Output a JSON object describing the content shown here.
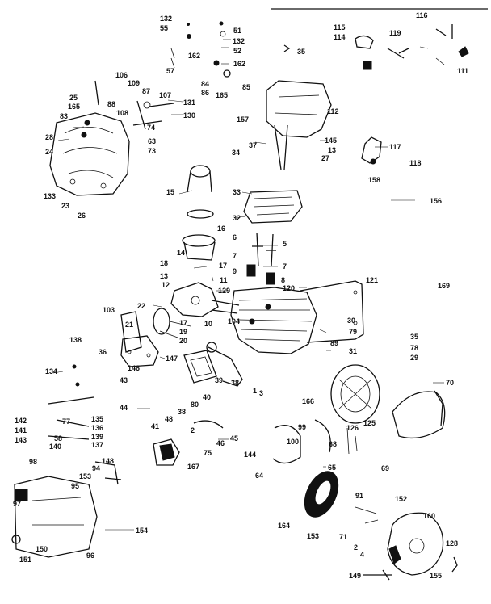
{
  "labels": {
    "l132a": "132",
    "l55": "55",
    "l51": "51",
    "l132b": "132",
    "l52": "52",
    "l162a": "162",
    "l35a": "35",
    "l57": "57",
    "l162b": "162",
    "l84": "84",
    "l86": "86",
    "l165a": "165",
    "l85": "85",
    "l115": "115",
    "l114": "114",
    "l116": "116",
    "l119": "119",
    "l111": "111",
    "l106": "106",
    "l109": "109",
    "l87": "87",
    "l107": "107",
    "l25": "25",
    "l88": "88",
    "l165b": "165",
    "l108": "108",
    "l131": "131",
    "l130": "130",
    "l83": "83",
    "l74": "74",
    "l28": "28",
    "l63": "63",
    "l73": "73",
    "l24": "24",
    "l133": "133",
    "l23": "23",
    "l26": "26",
    "l157": "157",
    "l112": "112",
    "l145": "145",
    "l37": "37",
    "l13a": "13",
    "l34": "34",
    "l27": "27",
    "l117": "117",
    "l118": "118",
    "l158": "158",
    "l156": "156",
    "l15": "15",
    "l33": "33",
    "l32": "32",
    "l16": "16",
    "l6": "6",
    "l5": "5",
    "l14": "14",
    "l7a": "7",
    "l7b": "7",
    "l18": "18",
    "l17a": "17",
    "l13b": "13",
    "l8": "8",
    "l9": "9",
    "l12": "12",
    "l11": "11",
    "l129": "129",
    "l120": "120",
    "l121": "121",
    "l169": "169",
    "l22": "22",
    "l103": "103",
    "l21": "21",
    "l17b": "17",
    "l19": "19",
    "l20": "20",
    "l10": "10",
    "l104": "104",
    "l30": "30",
    "l79": "79",
    "l89": "89",
    "l31": "31",
    "l138": "138",
    "l36": "36",
    "l146": "146",
    "l147": "147",
    "l39": "39",
    "l38a": "38",
    "l35b": "35",
    "l78": "78",
    "l29": "29",
    "l134": "134",
    "l43": "43",
    "l40": "40",
    "l70": "70",
    "l44": "44",
    "l80": "80",
    "l38b": "38",
    "l1": "1",
    "l3": "3",
    "l166": "166",
    "l41": "41",
    "l48": "48",
    "l2a": "2",
    "l46": "46",
    "l45": "45",
    "l126": "126",
    "l125": "125",
    "l99": "99",
    "l142": "142",
    "l77": "77",
    "l135": "135",
    "l141": "141",
    "l58": "58",
    "l136": "136",
    "l143": "143",
    "l139": "139",
    "l140": "140",
    "l137": "137",
    "l100": "100",
    "l68": "68",
    "l144": "144",
    "l75": "75",
    "l167": "167",
    "l69": "69",
    "l98": "98",
    "l148": "148",
    "l94": "94",
    "l153a": "153",
    "l95": "95",
    "l64": "64",
    "l65": "65",
    "l97": "97",
    "l91": "91",
    "l152": "152",
    "l160": "160",
    "l154": "154",
    "l164": "164",
    "l153b": "153",
    "l71": "71",
    "l2b": "2",
    "l4": "4",
    "l151": "151",
    "l150": "150",
    "l96": "96",
    "l128": "128",
    "l149": "149",
    "l155": "155"
  }
}
